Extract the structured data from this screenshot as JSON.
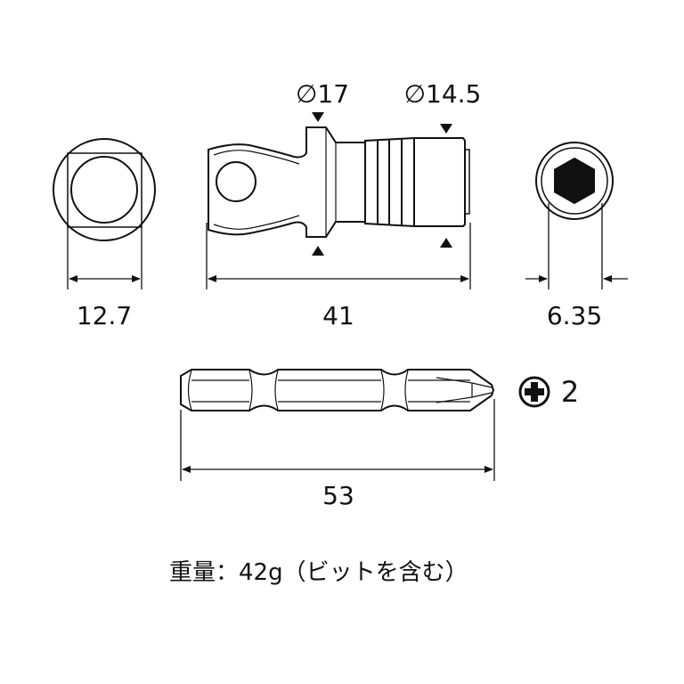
{
  "dimensions": {
    "square_drive": "12.7",
    "length": "41",
    "flange_diameter": "∅17",
    "body_diameter": "∅14.5",
    "hex_size": "6.35",
    "bit_length": "53",
    "bit_size": "2"
  },
  "icons": {
    "bit_type": "phillips-plus-icon"
  },
  "weight_note": "重量：42g（ビットを含む）",
  "colors": {
    "line": "#111111",
    "background": "#ffffff"
  }
}
